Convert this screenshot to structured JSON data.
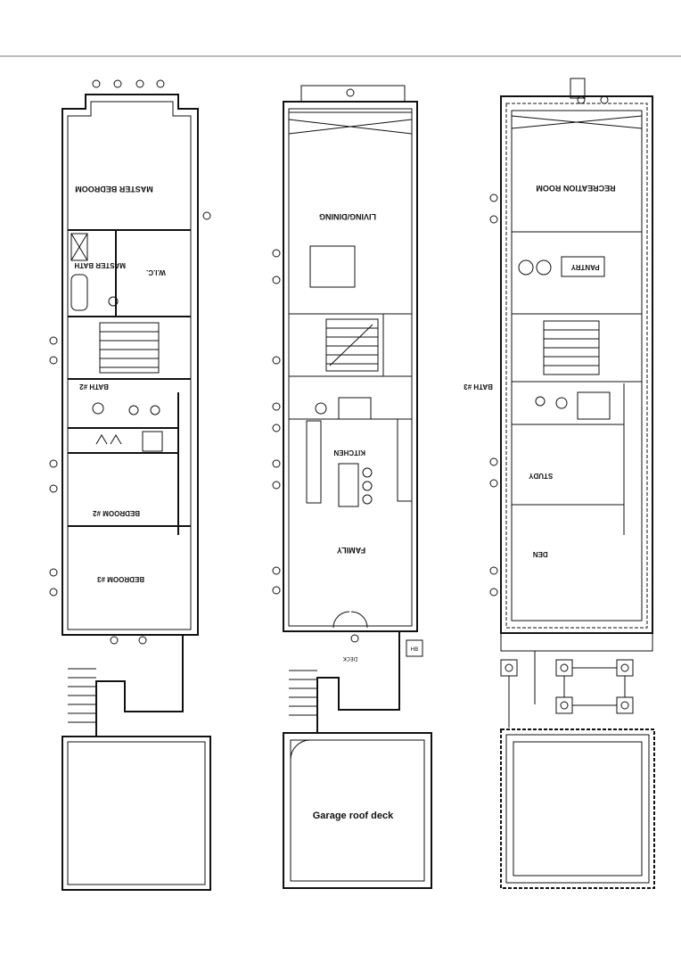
{
  "plans": {
    "upper_floor": {
      "rooms": {
        "master_bedroom": "MASTER BEDROOM",
        "master_bath": "MASTER BATH",
        "wic": "W.I.C.",
        "bath_2": "BATH #2",
        "bedroom_2": "BEDROOM #2",
        "bedroom_3": "BEDROOM #3"
      }
    },
    "main_floor": {
      "rooms": {
        "living_dining": "LIVING/DINING",
        "kitchen": "KITCHEN",
        "family": "FAMILY",
        "deck": "DECK"
      },
      "garage_label": "Garage roof deck",
      "hb_label": "HB"
    },
    "lower_floor": {
      "rooms": {
        "recreation_room": "RECREATION ROOM",
        "pantry": "PANTRY",
        "bath_3": "BATH #3",
        "study": "STUDY",
        "den": "DEN"
      }
    }
  },
  "colors": {
    "line": "#111111",
    "background": "#ffffff"
  }
}
